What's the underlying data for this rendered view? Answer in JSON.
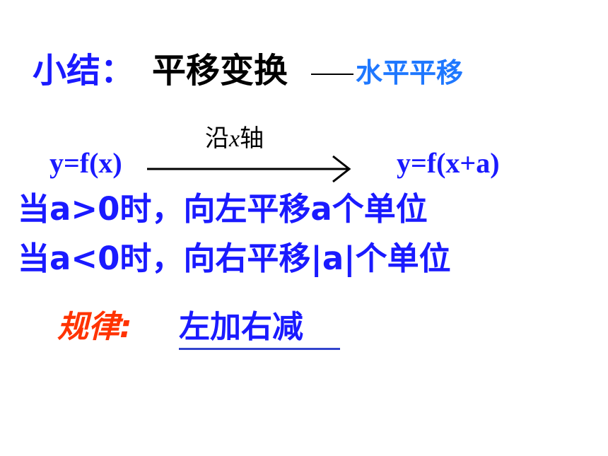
{
  "colors": {
    "blue": "#1a1aff",
    "sub_blue": "#1f78ff",
    "black": "#000000",
    "red": "#ff3300",
    "underline": "#3344cc"
  },
  "title": {
    "prefix": "小结：",
    "main": "平移变换",
    "sub": "水平平移"
  },
  "arrow": {
    "label_pre": "沿",
    "label_var": "x",
    "label_post": "轴"
  },
  "equation": {
    "left": "y=f(x)",
    "right": "y=f(x+a)"
  },
  "lines": [
    "当a>0时，向左平移a个单位",
    "当a<0时，向右平移|a|个单位"
  ],
  "rule": {
    "label": "规律:",
    "text": "左加右减"
  }
}
